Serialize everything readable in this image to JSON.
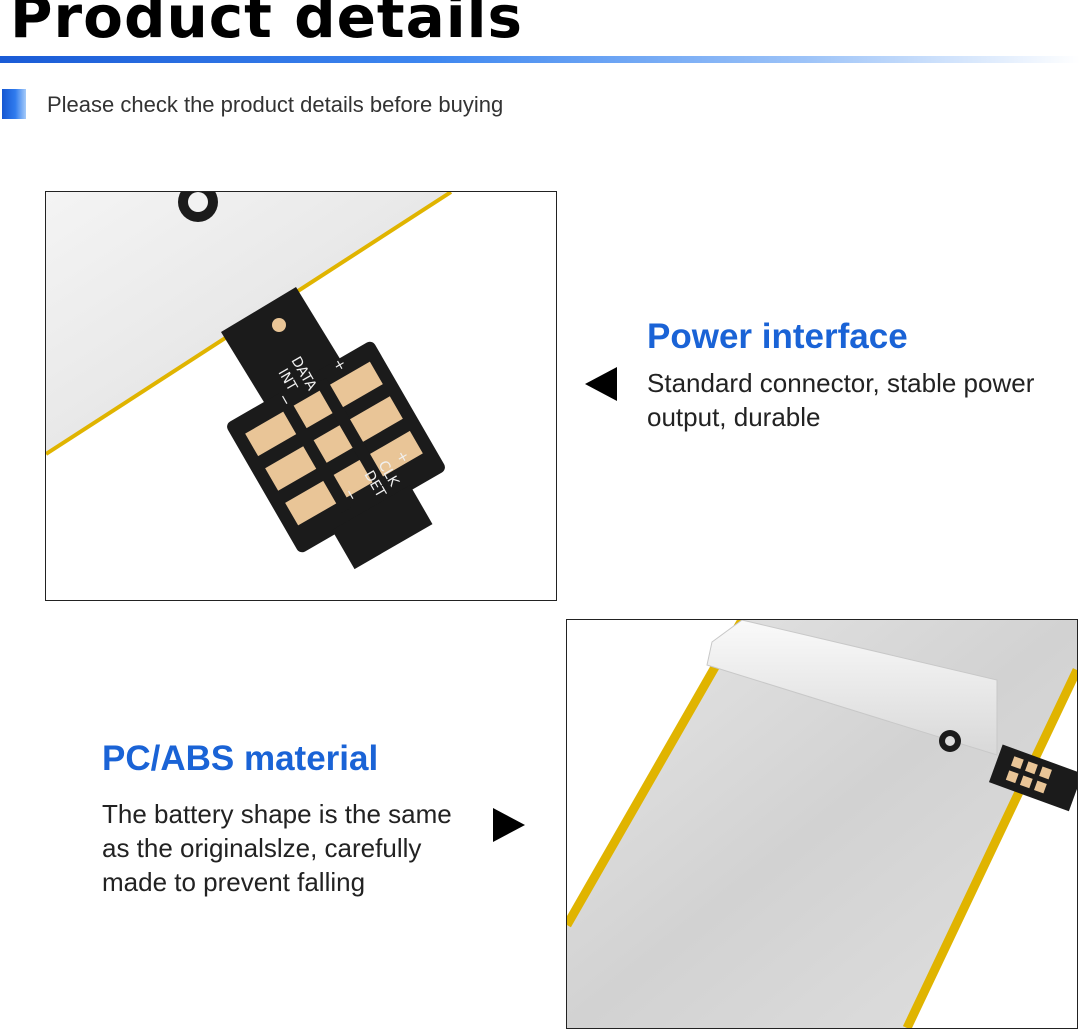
{
  "header": {
    "title": "Product details",
    "subtitle": "Please check the product details before buying"
  },
  "features": [
    {
      "heading": "Power interface",
      "description": "Standard connector, stable power output, durable"
    },
    {
      "heading": "PC/ABS material",
      "description": "The battery shape is the same as the originalslze, carefully made to prevent falling"
    }
  ],
  "connector_labels": {
    "plus_top": "+",
    "data": "DATA",
    "int": "INT",
    "minus_top": "−",
    "plus_bottom": "+",
    "clk": "CLK",
    "det": "DET",
    "minus_bottom": "−"
  },
  "colors": {
    "accent_blue": "#1a63d6",
    "gold_edge": "#e0b400",
    "flex_black": "#1b1b1b",
    "copper_pad": "#e9c597"
  }
}
